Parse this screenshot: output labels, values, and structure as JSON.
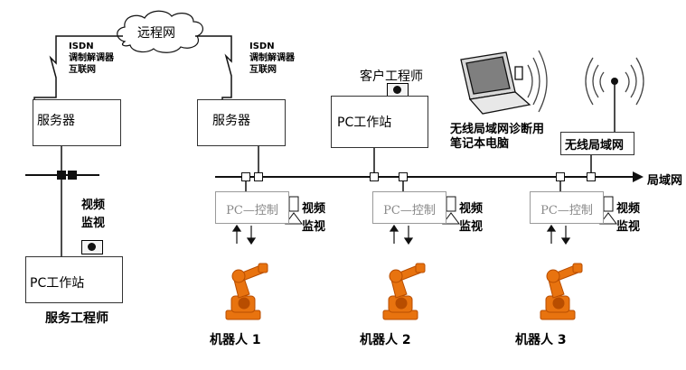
{
  "remote_network": {
    "label": "远程网"
  },
  "left_link": {
    "line1": "ISDN",
    "line2": "调制解调器",
    "line3": "互联网"
  },
  "right_link": {
    "line1": "ISDN",
    "line2": "调制解调器",
    "line3": "互联网"
  },
  "server_left": {
    "label": "服务器"
  },
  "server_right": {
    "label": "服务器"
  },
  "client_engineer": {
    "label": "客户工程师"
  },
  "client_workstation": {
    "label": "PC工作站"
  },
  "laptop": {
    "line1": "无线局域网诊断用",
    "line2": "笔记本电脑"
  },
  "wlan": {
    "label": "无线局域网"
  },
  "lan": {
    "label": "局域网"
  },
  "video_left": {
    "line1": "视频",
    "line2": "监视"
  },
  "service_workstation": {
    "label": "PC工作站"
  },
  "service_engineer": {
    "label": "服务工程师"
  },
  "controllers": [
    {
      "label": "PC—控制",
      "video": "视频",
      "monitor": "监视",
      "robot": "机器人 1"
    },
    {
      "label": "PC—控制",
      "video": "视频",
      "monitor": "监视",
      "robot": "机器人 2"
    },
    {
      "label": "PC—控制",
      "video": "视频",
      "monitor": "监视",
      "robot": "机器人 3"
    }
  ],
  "colors": {
    "robot": "#e8730f",
    "robot_dark": "#b84d00",
    "line": "#111111",
    "control_text": "#888888"
  }
}
